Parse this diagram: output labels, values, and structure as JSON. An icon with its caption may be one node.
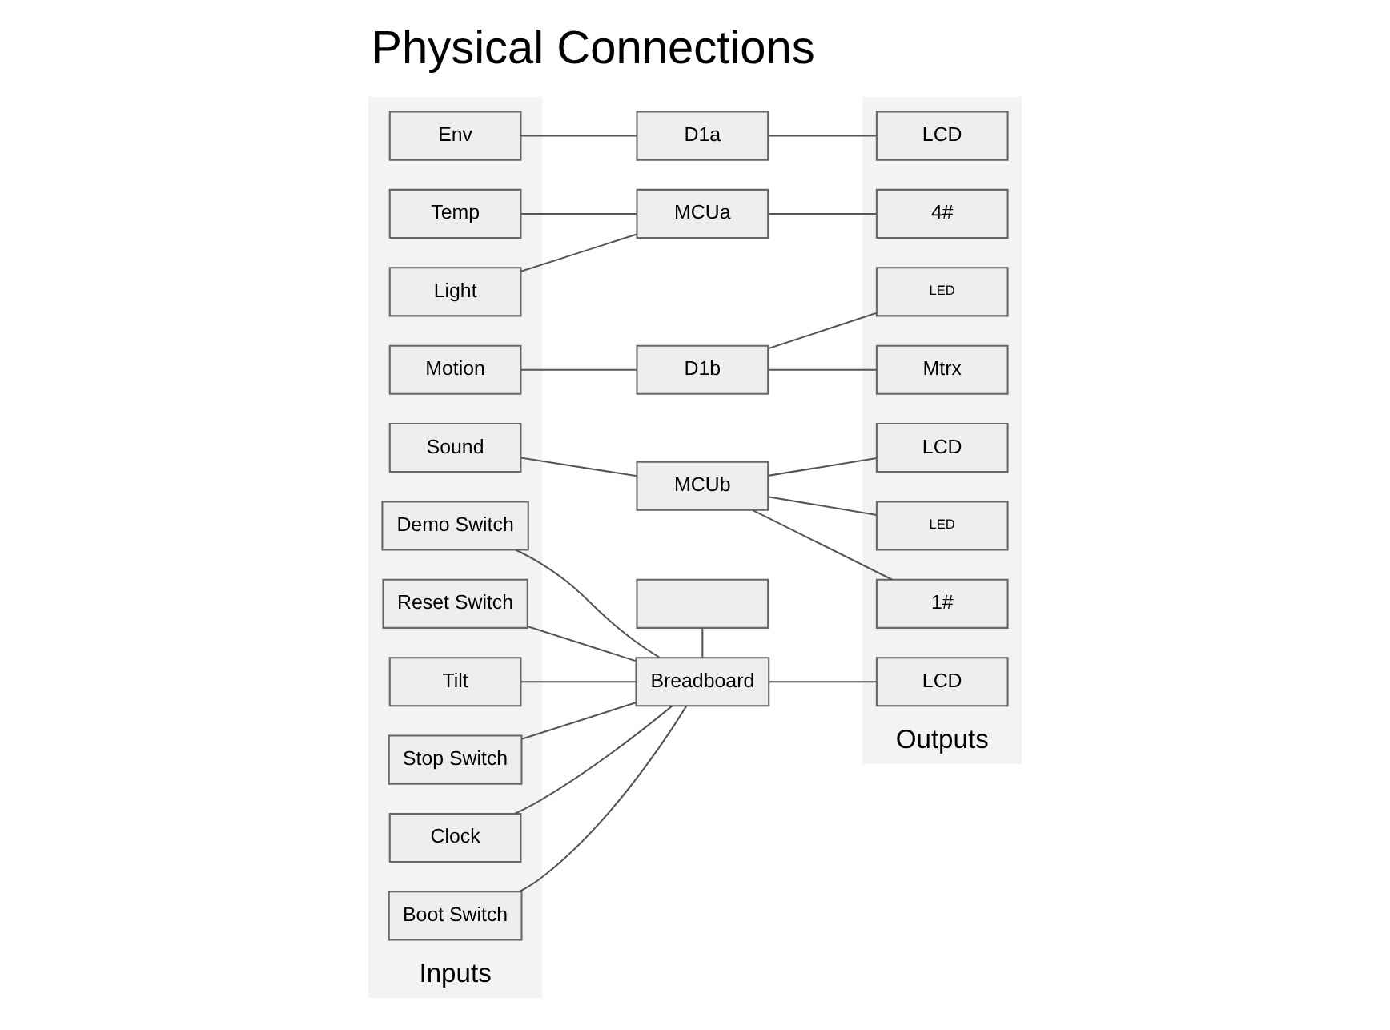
{
  "diagram": {
    "title": "Physical Connections",
    "nodes": [
      {
        "text": [
          "Inputs"
        ]
      },
      {
        "text": [
          "Env"
        ],
        "in": 0
      },
      {
        "text": [
          "Light"
        ],
        "in": 0
      },
      {
        "text": [
          "Temp"
        ],
        "in": 0
      },
      {
        "text": [
          "Stop Switch"
        ],
        "in": 0
      },
      {
        "text": [
          "Clock"
        ],
        "in": 0
      },
      {
        "text": [
          "Boot Switch"
        ],
        "in": 0
      },
      {
        "text": [
          "Demo Switch"
        ],
        "in": 0
      },
      {
        "text": [
          "Reset Switch"
        ],
        "in": 0
      },
      {
        "text": [
          "Tilt"
        ],
        "in": 0
      },
      {
        "text": [
          "Motion"
        ],
        "in": 0
      },
      {
        "text": [
          "Sound"
        ],
        "in": 0
      },
      {
        "text": [
          "D1a"
        ]
      },
      {
        "text": [
          "MCUa"
        ]
      },
      {
        "text": [],
        "shape": "box"
      },
      {
        "text": [
          "Breadboard"
        ]
      },
      {
        "text": [
          "D1b"
        ]
      },
      {
        "text": [
          "MCUb"
        ]
      },
      {
        "text": [
          "Outputs"
        ]
      },
      {
        "text": [
          "LCD"
        ],
        "in": 18
      },
      {
        "text": [
          "4#"
        ],
        "in": 18
      },
      {
        "text": [
          "LCD"
        ],
        "in": 18
      },
      {
        "text": [
          "LED"
        ],
        "in": 18
      },
      {
        "text": [
          "Mtrx"
        ],
        "in": 18
      },
      {
        "text": [
          "1#"
        ],
        "in": 18
      },
      {
        "text": [
          "LCD"
        ],
        "in": 18
      },
      {
        "text": [
          "LED"
        ],
        "in": 18
      }
    ],
    "edges": [
      {
        "from": 1,
        "to": 12,
        "arrow": "none"
      },
      {
        "from": 2,
        "to": 13,
        "arrow": "none"
      },
      {
        "from": 3,
        "to": 13,
        "arrow": "none"
      },
      {
        "from": 4,
        "to": 15,
        "arrow": "none"
      },
      {
        "from": 5,
        "to": 15,
        "arrow": "none"
      },
      {
        "from": 6,
        "to": 15,
        "arrow": "none"
      },
      {
        "from": 7,
        "to": 15,
        "arrow": "none"
      },
      {
        "from": 8,
        "to": 15,
        "arrow": "none"
      },
      {
        "from": 9,
        "to": 15,
        "arrow": "none"
      },
      {
        "from": 10,
        "to": 16,
        "arrow": "none"
      },
      {
        "from": 11,
        "to": 17,
        "arrow": "none"
      },
      {
        "from": 14,
        "to": 15,
        "arrow": "none"
      },
      {
        "from": 12,
        "to": 19,
        "arrow": "none"
      },
      {
        "from": 13,
        "to": 20,
        "arrow": "none"
      },
      {
        "from": 15,
        "to": 21,
        "arrow": "none"
      },
      {
        "from": 16,
        "to": 22,
        "arrow": "none"
      },
      {
        "from": 16,
        "to": 23,
        "arrow": "none"
      },
      {
        "from": 17,
        "to": 24,
        "arrow": "none"
      },
      {
        "from": 17,
        "to": 25,
        "arrow": "none"
      },
      {
        "from": 17,
        "to": 26,
        "arrow": "none"
      }
    ]
  }
}
